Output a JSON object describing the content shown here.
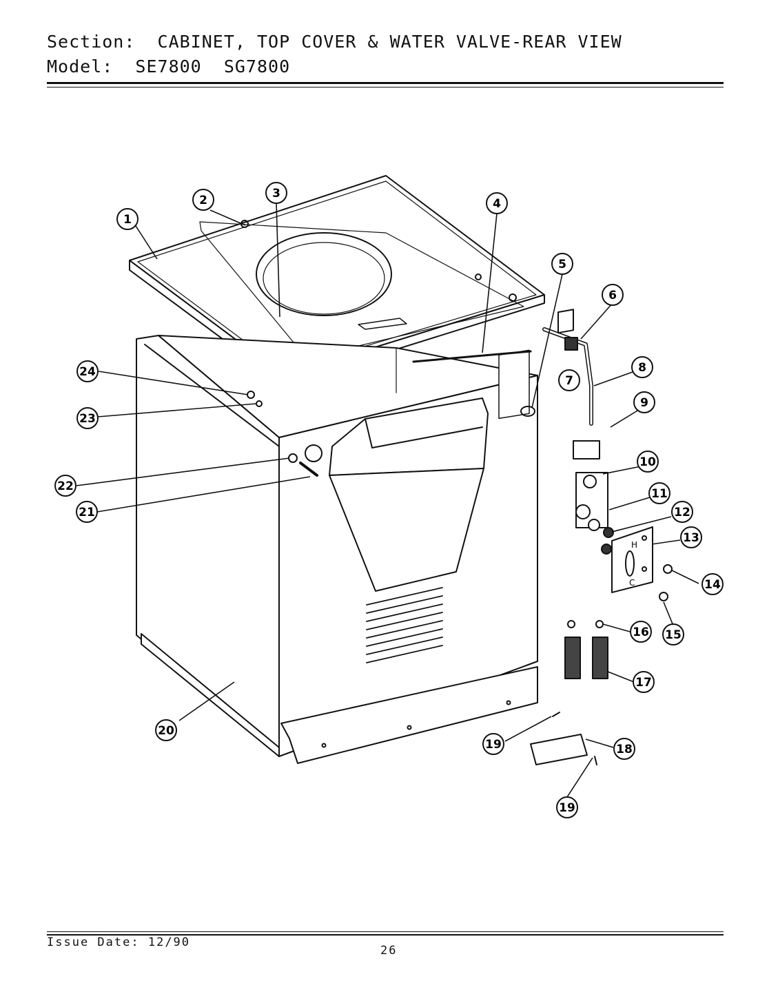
{
  "header": {
    "section_label": "Section:",
    "section_title": "CABINET, TOP COVER & WATER VALVE-REAR VIEW",
    "model_label": "Model:",
    "models": "SE7800  SG7800"
  },
  "footer": {
    "issue_label": "Issue Date:",
    "issue_date": "12/90",
    "page_number": "26"
  },
  "callouts": [
    "1",
    "2",
    "3",
    "4",
    "5",
    "6",
    "7",
    "8",
    "9",
    "10",
    "11",
    "12",
    "13",
    "14",
    "15",
    "16",
    "17",
    "18",
    "19",
    "19",
    "20",
    "21",
    "22",
    "23",
    "24"
  ],
  "letters": {
    "hot": "H",
    "cold": "C"
  }
}
